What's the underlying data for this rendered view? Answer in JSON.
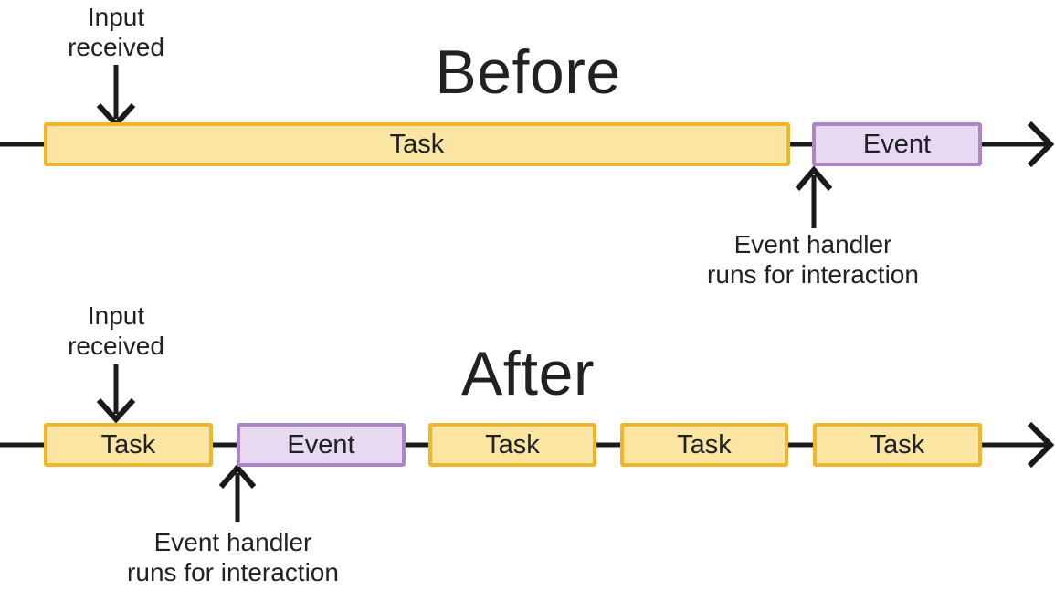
{
  "colors": {
    "task_fill": "#FBE5A3",
    "task_border": "#F1B52C",
    "event_fill": "#E6D9F1",
    "event_border": "#AB85C6",
    "line": "#1A1A1A",
    "text": "#202124"
  },
  "before": {
    "title": "Before",
    "input_label": "Input\nreceived",
    "handler_label": "Event handler\nruns for interaction",
    "boxes": [
      {
        "type": "task",
        "label": "Task"
      },
      {
        "type": "event",
        "label": "Event"
      }
    ]
  },
  "after": {
    "title": "After",
    "input_label": "Input\nreceived",
    "handler_label": "Event handler\nruns for interaction",
    "boxes": [
      {
        "type": "task",
        "label": "Task"
      },
      {
        "type": "event",
        "label": "Event"
      },
      {
        "type": "task",
        "label": "Task"
      },
      {
        "type": "task",
        "label": "Task"
      },
      {
        "type": "task",
        "label": "Task"
      }
    ]
  }
}
